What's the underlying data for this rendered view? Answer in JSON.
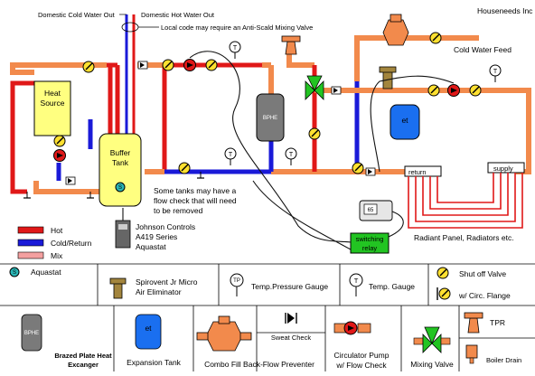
{
  "brand": "Houseneeds Inc",
  "labels": {
    "dcw_out": "Domestic Cold Water Out",
    "dhw_out": "Domestic Hot Water Out",
    "anti_scald_note": "Local code may require an Anti-Scald Mixing Valve",
    "cold_water_feed": "Cold Water Feed",
    "heat_source_1": "Heat",
    "heat_source_2": "Source",
    "buffer_tank_1": "Buffer",
    "buffer_tank_2": "Tank",
    "bphe": "BPHE",
    "expansion_tank_tag": "et",
    "flow_check_note_1": "Some tanks may have a",
    "flow_check_note_2": "flow check that will need",
    "flow_check_note_3": "to be removed",
    "aquastat_note_1": "Johnson Controls",
    "aquastat_note_2": "A419 Series",
    "aquastat_note_3": "Aquastat",
    "aquastat_display": "65",
    "switching_relay_1": "switching",
    "switching_relay_2": "relay",
    "return_manifold": "return",
    "supply_manifold": "supply",
    "radiant_label": "Radiant Panel, Radiators etc.",
    "tp_tag": "TP",
    "t_tag": "T",
    "aquastat_tag": "S"
  },
  "line_legend": [
    {
      "label": "Hot",
      "color": "#e01818"
    },
    {
      "label": "Cold/Return",
      "color": "#1a1ad8"
    },
    {
      "label": "Mix",
      "color": "#f4a0a0"
    }
  ],
  "symbol_legend": {
    "aquastat": "Aquastat",
    "air_eliminator_1": "Spirovent Jr Micro",
    "air_eliminator_2": "Air Eliminator",
    "tp_gauge": "Temp.Pressure Gauge",
    "temp_gauge": "Temp. Gauge",
    "shutoff_valve": "Shut off Valve",
    "circ_flange": "w/ Circ. Flange",
    "bphe_1": "Brazed Plate Heat",
    "bphe_2": "Excanger",
    "expansion_tank": "Expansion Tank",
    "combo_fill": "Combo Fill Back-Flow Preventer",
    "sweat_check": "Sweat Check",
    "circ_pump_1": "Circulator Pump",
    "circ_pump_2": "w/ Flow Check",
    "mixing_valve": "Mixing Valve",
    "tpr": "TPR",
    "boiler_drain": "Boiler Drain"
  },
  "colors": {
    "hot": "#e01818",
    "cold": "#1a1ad8",
    "supply_mix": "#f28a4c",
    "mix_legend": "#f4a0a0",
    "tank_yellow": "#ffff80",
    "expansion_tank_blue": "#1a6ff0",
    "relay_green": "#22c422",
    "valve_yellow": "#ffe030",
    "bphe_gray": "#7a7a7a"
  }
}
